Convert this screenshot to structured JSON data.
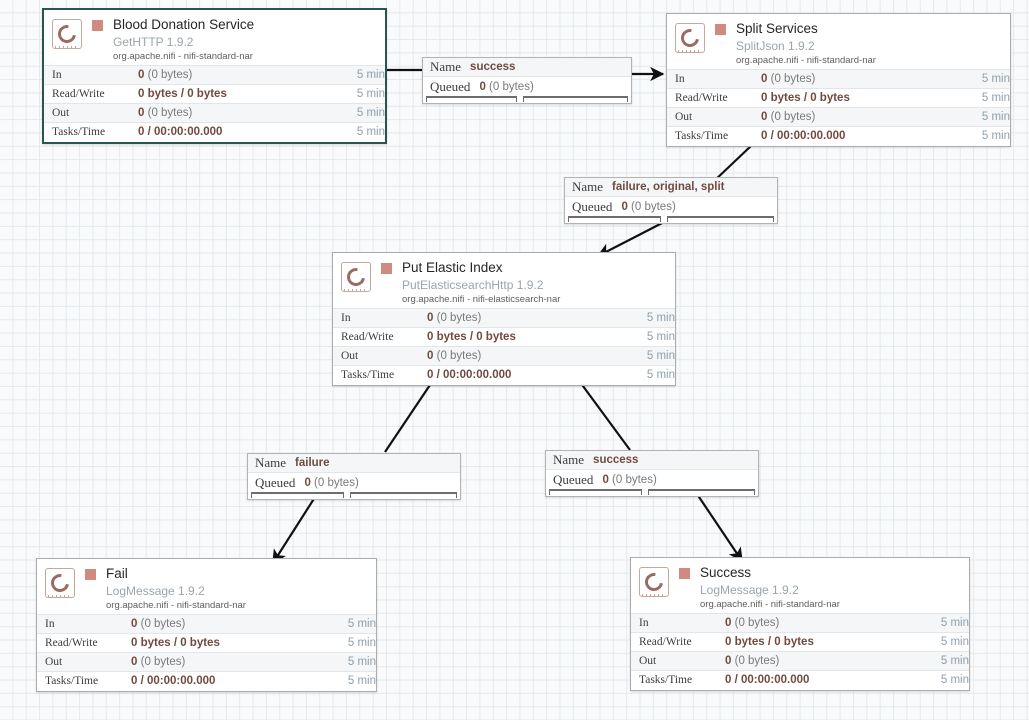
{
  "canvas": {
    "background_color": "#f9fafb",
    "grid_color": "#e5eaec",
    "accent_color": "#d08a80",
    "selection_color": "#28554e"
  },
  "processors": [
    {
      "id": "blood-donation-service",
      "name": "Blood Donation Service",
      "type": "GetHTTP 1.9.2",
      "bundle": "org.apache.nifi - nifi-standard-nar",
      "icon": "processor-icon",
      "status": "stopped",
      "selected": true,
      "stats": [
        {
          "label": "In",
          "value_bold": "0",
          "value_muted": "(0 bytes)",
          "time": "5 min"
        },
        {
          "label": "Read/Write",
          "value_bold": "0 bytes / 0 bytes",
          "value_muted": "",
          "time": "5 min"
        },
        {
          "label": "Out",
          "value_bold": "0",
          "value_muted": "(0 bytes)",
          "time": "5 min"
        },
        {
          "label": "Tasks/Time",
          "value_bold": "0 / 00:00:00.000",
          "value_muted": "",
          "time": "5 min"
        }
      ]
    },
    {
      "id": "split-services",
      "name": "Split Services",
      "type": "SplitJson 1.9.2",
      "bundle": "org.apache.nifi - nifi-standard-nar",
      "icon": "processor-icon",
      "status": "stopped",
      "selected": false,
      "stats": [
        {
          "label": "In",
          "value_bold": "0",
          "value_muted": "(0 bytes)",
          "time": "5 min"
        },
        {
          "label": "Read/Write",
          "value_bold": "0 bytes / 0 bytes",
          "value_muted": "",
          "time": "5 min"
        },
        {
          "label": "Out",
          "value_bold": "0",
          "value_muted": "(0 bytes)",
          "time": "5 min"
        },
        {
          "label": "Tasks/Time",
          "value_bold": "0 / 00:00:00.000",
          "value_muted": "",
          "time": "5 min"
        }
      ]
    },
    {
      "id": "put-elastic-index",
      "name": "Put Elastic Index",
      "type": "PutElasticsearchHttp 1.9.2",
      "bundle": "org.apache.nifi - nifi-elasticsearch-nar",
      "icon": "processor-icon",
      "status": "stopped",
      "selected": false,
      "stats": [
        {
          "label": "In",
          "value_bold": "0",
          "value_muted": "(0 bytes)",
          "time": "5 min"
        },
        {
          "label": "Read/Write",
          "value_bold": "0 bytes / 0 bytes",
          "value_muted": "",
          "time": "5 min"
        },
        {
          "label": "Out",
          "value_bold": "0",
          "value_muted": "(0 bytes)",
          "time": "5 min"
        },
        {
          "label": "Tasks/Time",
          "value_bold": "0 / 00:00:00.000",
          "value_muted": "",
          "time": "5 min"
        }
      ]
    },
    {
      "id": "fail",
      "name": "Fail",
      "type": "LogMessage 1.9.2",
      "bundle": "org.apache.nifi - nifi-standard-nar",
      "icon": "processor-icon",
      "status": "stopped",
      "selected": false,
      "stats": [
        {
          "label": "In",
          "value_bold": "0",
          "value_muted": "(0 bytes)",
          "time": "5 min"
        },
        {
          "label": "Read/Write",
          "value_bold": "0 bytes / 0 bytes",
          "value_muted": "",
          "time": "5 min"
        },
        {
          "label": "Out",
          "value_bold": "0",
          "value_muted": "(0 bytes)",
          "time": "5 min"
        },
        {
          "label": "Tasks/Time",
          "value_bold": "0 / 00:00:00.000",
          "value_muted": "",
          "time": "5 min"
        }
      ]
    },
    {
      "id": "success",
      "name": "Success",
      "type": "LogMessage 1.9.2",
      "bundle": "org.apache.nifi - nifi-standard-nar",
      "icon": "processor-icon",
      "status": "stopped",
      "selected": false,
      "stats": [
        {
          "label": "In",
          "value_bold": "0",
          "value_muted": "(0 bytes)",
          "time": "5 min"
        },
        {
          "label": "Read/Write",
          "value_bold": "0 bytes / 0 bytes",
          "value_muted": "",
          "time": "5 min"
        },
        {
          "label": "Out",
          "value_bold": "0",
          "value_muted": "(0 bytes)",
          "time": "5 min"
        },
        {
          "label": "Tasks/Time",
          "value_bold": "0 / 00:00:00.000",
          "value_muted": "",
          "time": "5 min"
        }
      ]
    }
  ],
  "connections": [
    {
      "id": "conn-success-1",
      "name_key": "Name",
      "name_value": "success",
      "queued_key": "Queued",
      "queued_bold": "0",
      "queued_muted": "(0 bytes)",
      "from": "blood-donation-service",
      "to": "split-services"
    },
    {
      "id": "conn-failure-original-split",
      "name_key": "Name",
      "name_value": "failure, original, split",
      "queued_key": "Queued",
      "queued_bold": "0",
      "queued_muted": "(0 bytes)",
      "from": "split-services",
      "to": "put-elastic-index"
    },
    {
      "id": "conn-failure",
      "name_key": "Name",
      "name_value": "failure",
      "queued_key": "Queued",
      "queued_bold": "0",
      "queued_muted": "(0 bytes)",
      "from": "put-elastic-index",
      "to": "fail"
    },
    {
      "id": "conn-success-2",
      "name_key": "Name",
      "name_value": "success",
      "queued_key": "Queued",
      "queued_bold": "0",
      "queued_muted": "(0 bytes)",
      "from": "put-elastic-index",
      "to": "success"
    }
  ]
}
